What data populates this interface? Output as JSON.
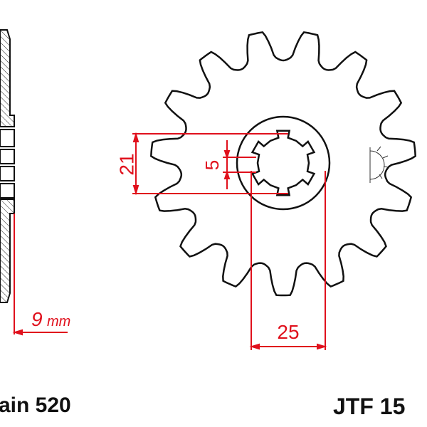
{
  "dimensions": {
    "thickness": "9",
    "thickness_unit": "mm",
    "outer_bore": "21",
    "spline_width": "5",
    "hub_width": "25"
  },
  "labels": {
    "chain": "ain 520",
    "part_number": "JTF 15"
  },
  "teeth": 15,
  "colors": {
    "dimension": "#e0101c",
    "outline": "#111111"
  }
}
